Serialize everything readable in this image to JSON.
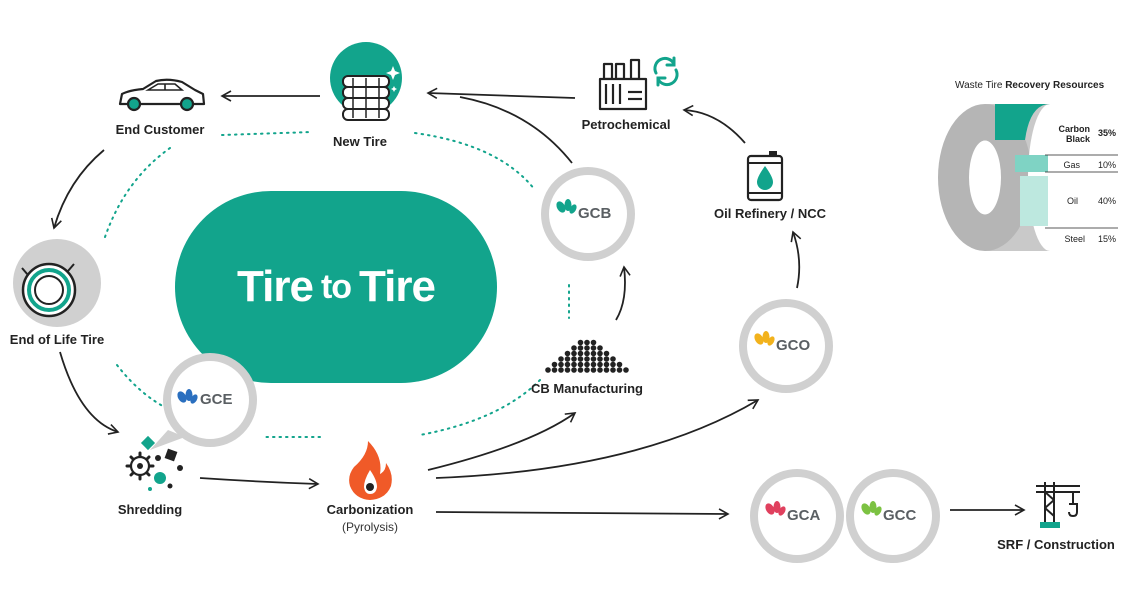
{
  "hero": {
    "part1": "Tire",
    "part2": "to",
    "part3": "Tire"
  },
  "nodes": {
    "end_customer": "End Customer",
    "new_tire": "New Tire",
    "petrochemical": "Petrochemical",
    "oil_refinery": "Oil Refinery / NCC",
    "end_of_life_tire": "End of Life Tire",
    "shredding": "Shredding",
    "carbonization": "Carbonization",
    "carbonization_sub": "(Pyrolysis)",
    "cb_manufacturing": "CB Manufacturing",
    "srf_construction": "SRF / Construction"
  },
  "badges": {
    "gcb": "GCB",
    "gce": "GCE",
    "gco": "GCO",
    "gca": "GCA",
    "gcc": "GCC"
  },
  "resources": {
    "title_normal": "Waste Tire ",
    "title_bold": "Recovery Resources",
    "items": [
      {
        "name": "Carbon Black",
        "value": "35%"
      },
      {
        "name": "Gas",
        "value": "10%"
      },
      {
        "name": "Oil",
        "value": "40%"
      },
      {
        "name": "Steel",
        "value": "15%"
      }
    ]
  },
  "colors": {
    "teal": "#12a48c",
    "gray_ring": "#d0d0d0",
    "dark": "#222222",
    "fire": "#f05a28",
    "gcb_mark": "#12a48c",
    "gce_mark": "#2a6fbf",
    "gco_mark": "#f2b21c",
    "gca_mark": "#e0405e",
    "gcc_mark": "#7cc242"
  }
}
